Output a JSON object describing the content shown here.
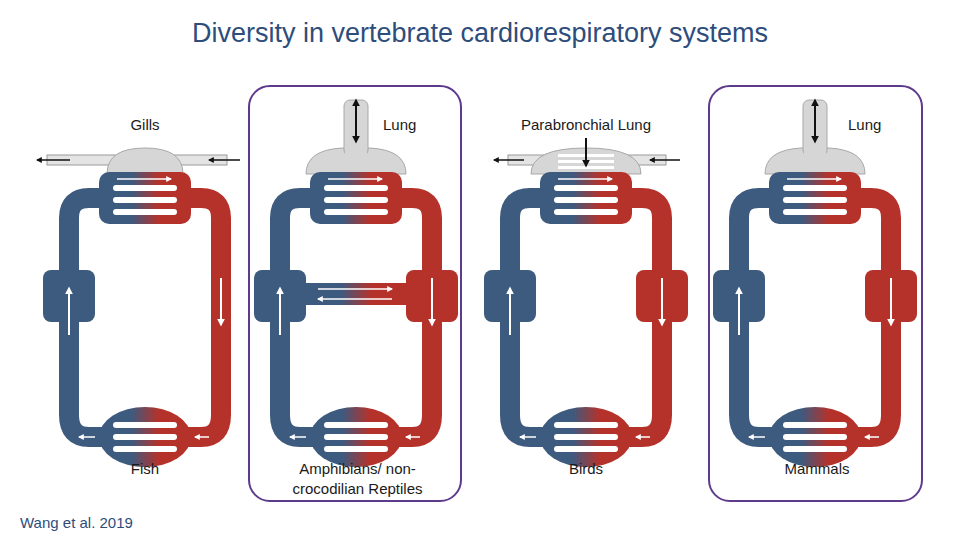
{
  "diagram": {
    "title": "Diversity in vertebrate cardiorespiratory systems",
    "caption": "Wang et al. 2019",
    "nodes": [
      {
        "text": [
          "Lung",
          "Amphibians/ non-crocodilian Reptiles"
        ]
      },
      {
        "text": [
          "Lung",
          "Mammals"
        ]
      }
    ],
    "labels": [
      "Gills",
      "Parabronchial Lung",
      "Fish",
      "Birds"
    ]
  }
}
